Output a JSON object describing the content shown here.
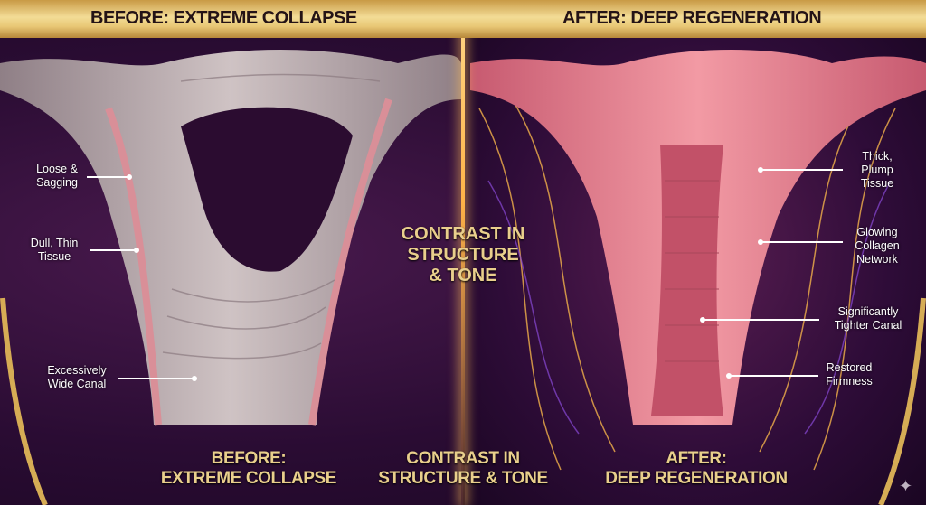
{
  "header": {
    "left_title": "BEFORE: EXTREME COLLAPSE",
    "right_title": "AFTER: DEEP REGENERATION"
  },
  "center_label": {
    "line1": "CONTRAST IN",
    "line2": "STRUCTURE",
    "line3": "& TONE"
  },
  "left_labels": [
    {
      "line1": "Loose &",
      "line2": "Sagging"
    },
    {
      "line1": "Dull, Thin",
      "line2": "Tissue"
    },
    {
      "line1": "Excessively",
      "line2": "Wide Canal"
    }
  ],
  "right_labels": [
    {
      "line1": "Thick,",
      "line2": "Plump",
      "line3": "Tissue"
    },
    {
      "line1": "Glowing",
      "line2": "Collagen",
      "line3": "Network"
    },
    {
      "line1": "Significantly",
      "line2": "Tighter Canal"
    },
    {
      "line1": "Restored",
      "line2": "Firmness"
    }
  ],
  "footer": {
    "left": {
      "line1": "BEFORE:",
      "line2": "EXTREME COLLAPSE"
    },
    "center": {
      "line1": "CONTRAST IN",
      "line2": "STRUCTURE & TONE"
    },
    "right": {
      "line1": "AFTER:",
      "line2": "DEEP REGENERATION"
    }
  },
  "colors": {
    "gold": "#e9cf8c",
    "before_tissue": "#b9a9ad",
    "after_tissue": "#e7808f",
    "background": "#2a0c33"
  }
}
